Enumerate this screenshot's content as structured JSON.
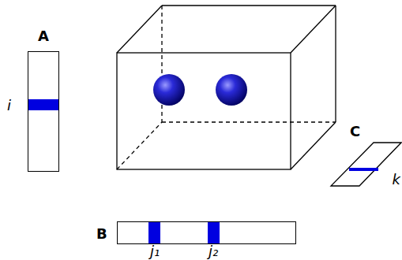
{
  "diagram": {
    "nodes": [
      {
        "text": [
          "A"
        ]
      },
      {
        "text": [
          "B"
        ]
      },
      {
        "text": [
          "C"
        ]
      }
    ],
    "labels": [
      "i",
      "j₁",
      "j₂",
      "k"
    ]
  }
}
